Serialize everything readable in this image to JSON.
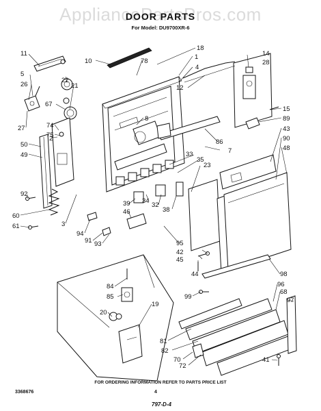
{
  "watermark": "AppliancePartsPros.com",
  "header": {
    "title": "DOOR PARTS",
    "model": "For Model: DU9700XR-6"
  },
  "footer": {
    "note": "FOR ORDERING INFORMATION REFER TO PARTS PRICE LIST",
    "document_number": "3368676",
    "page_number": "4",
    "handwritten": "797-D-4"
  },
  "callouts": [
    "11",
    "10",
    "18",
    "78",
    "1",
    "4",
    "14",
    "28",
    "5",
    "26",
    "22",
    "21",
    "12",
    "67",
    "8",
    "27",
    "74",
    "75",
    "15",
    "89",
    "43",
    "90",
    "48",
    "2",
    "50",
    "49",
    "86",
    "7",
    "33",
    "35",
    "23",
    "92",
    "60",
    "61",
    "3",
    "39",
    "46",
    "34",
    "32",
    "38",
    "94",
    "91",
    "93",
    "95",
    "42",
    "45",
    "44",
    "98",
    "96",
    "68",
    "97",
    "99",
    "84",
    "85",
    "19",
    "20",
    "81",
    "82",
    "70",
    "72",
    "41"
  ]
}
